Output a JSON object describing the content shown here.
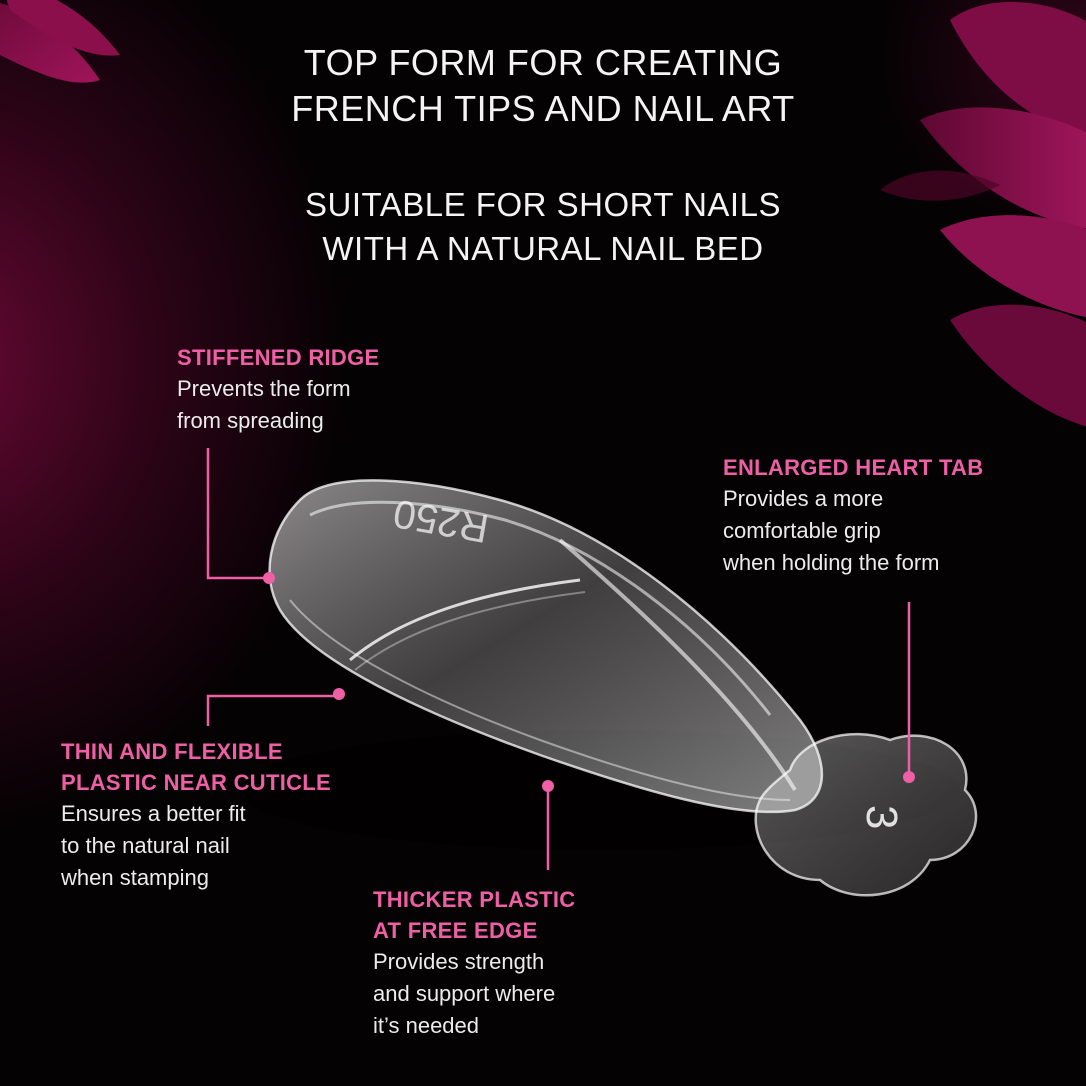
{
  "headline": {
    "line1": "TOP FORM FOR CREATING",
    "line2": "FRENCH TIPS AND NAIL ART",
    "line3": "SUITABLE FOR SHORT NAILS",
    "line4": "WITH A NATURAL NAIL BED"
  },
  "callouts": [
    {
      "title": "STIFFENED RIDGE",
      "lines": [
        "Prevents the form",
        "from spreading"
      ]
    },
    {
      "title": "ENLARGED HEART TAB",
      "lines": [
        "Provides a more",
        "comfortable grip",
        "when holding the form"
      ]
    },
    {
      "title_lines": [
        "THIN AND FLEXIBLE",
        "PLASTIC NEAR CUTICLE"
      ],
      "lines": [
        "Ensures a better fit",
        "to the natural nail",
        "when stamping"
      ]
    },
    {
      "title_lines": [
        "THICKER PLASTIC",
        "AT FREE EDGE"
      ],
      "lines": [
        "Provides strength",
        "and support where",
        "it’s needed"
      ]
    }
  ],
  "product": {
    "size_label": "3",
    "engraving": "R250"
  },
  "colors": {
    "accent": "#ee5fa6",
    "background": "#050203",
    "petal": "#8a0f4a"
  },
  "icons": [
    "flower-petals-decoration",
    "leader-dot"
  ]
}
